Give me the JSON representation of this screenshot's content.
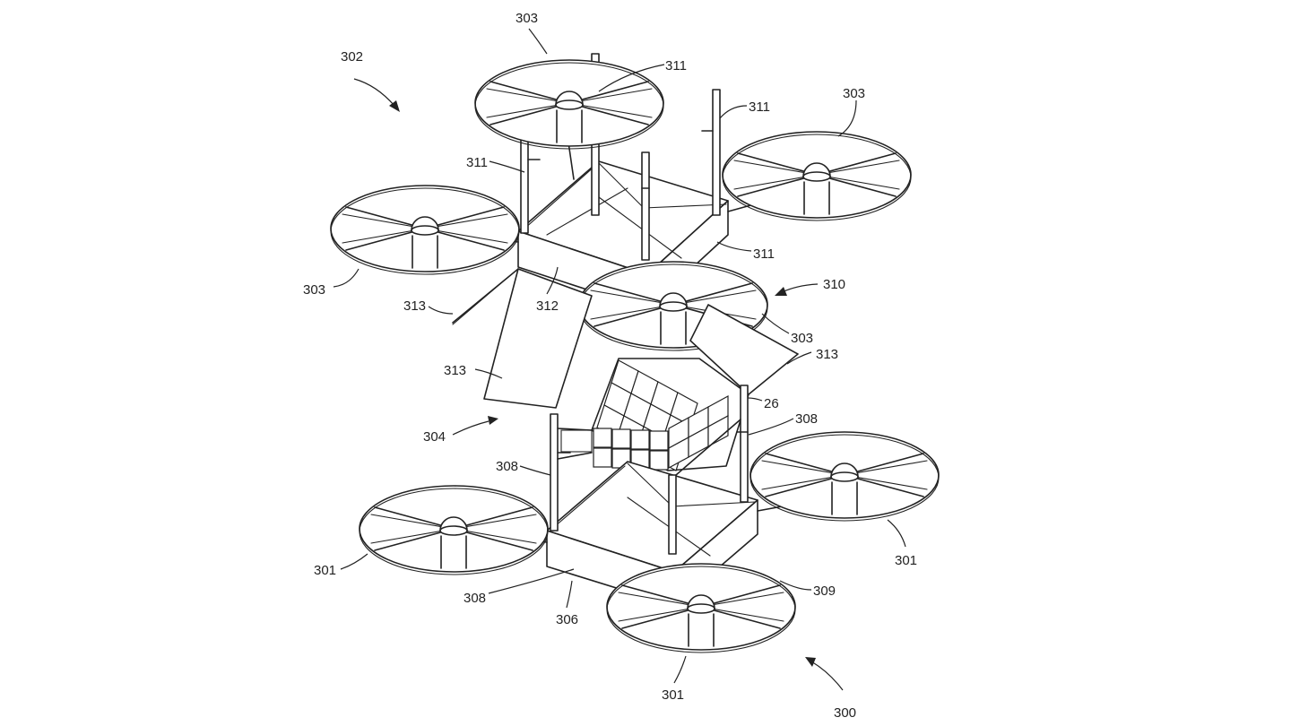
{
  "labels": {
    "l303_top": "303",
    "l302": "302",
    "l311_a": "311",
    "l311_b": "311",
    "l303_right": "303",
    "l311_c": "311",
    "l311_d": "311",
    "l303_left": "303",
    "l313_a": "313",
    "l312": "312",
    "l310": "310",
    "l303_mid": "303",
    "l313_b": "313",
    "l313_c": "313",
    "l26": "26",
    "l308_a": "308",
    "l304": "304",
    "l308_b": "308",
    "l301_right": "301",
    "l301_left": "301",
    "l309": "309",
    "l308_c": "308",
    "l306": "306",
    "l301_bottom": "301",
    "l300": "300"
  }
}
